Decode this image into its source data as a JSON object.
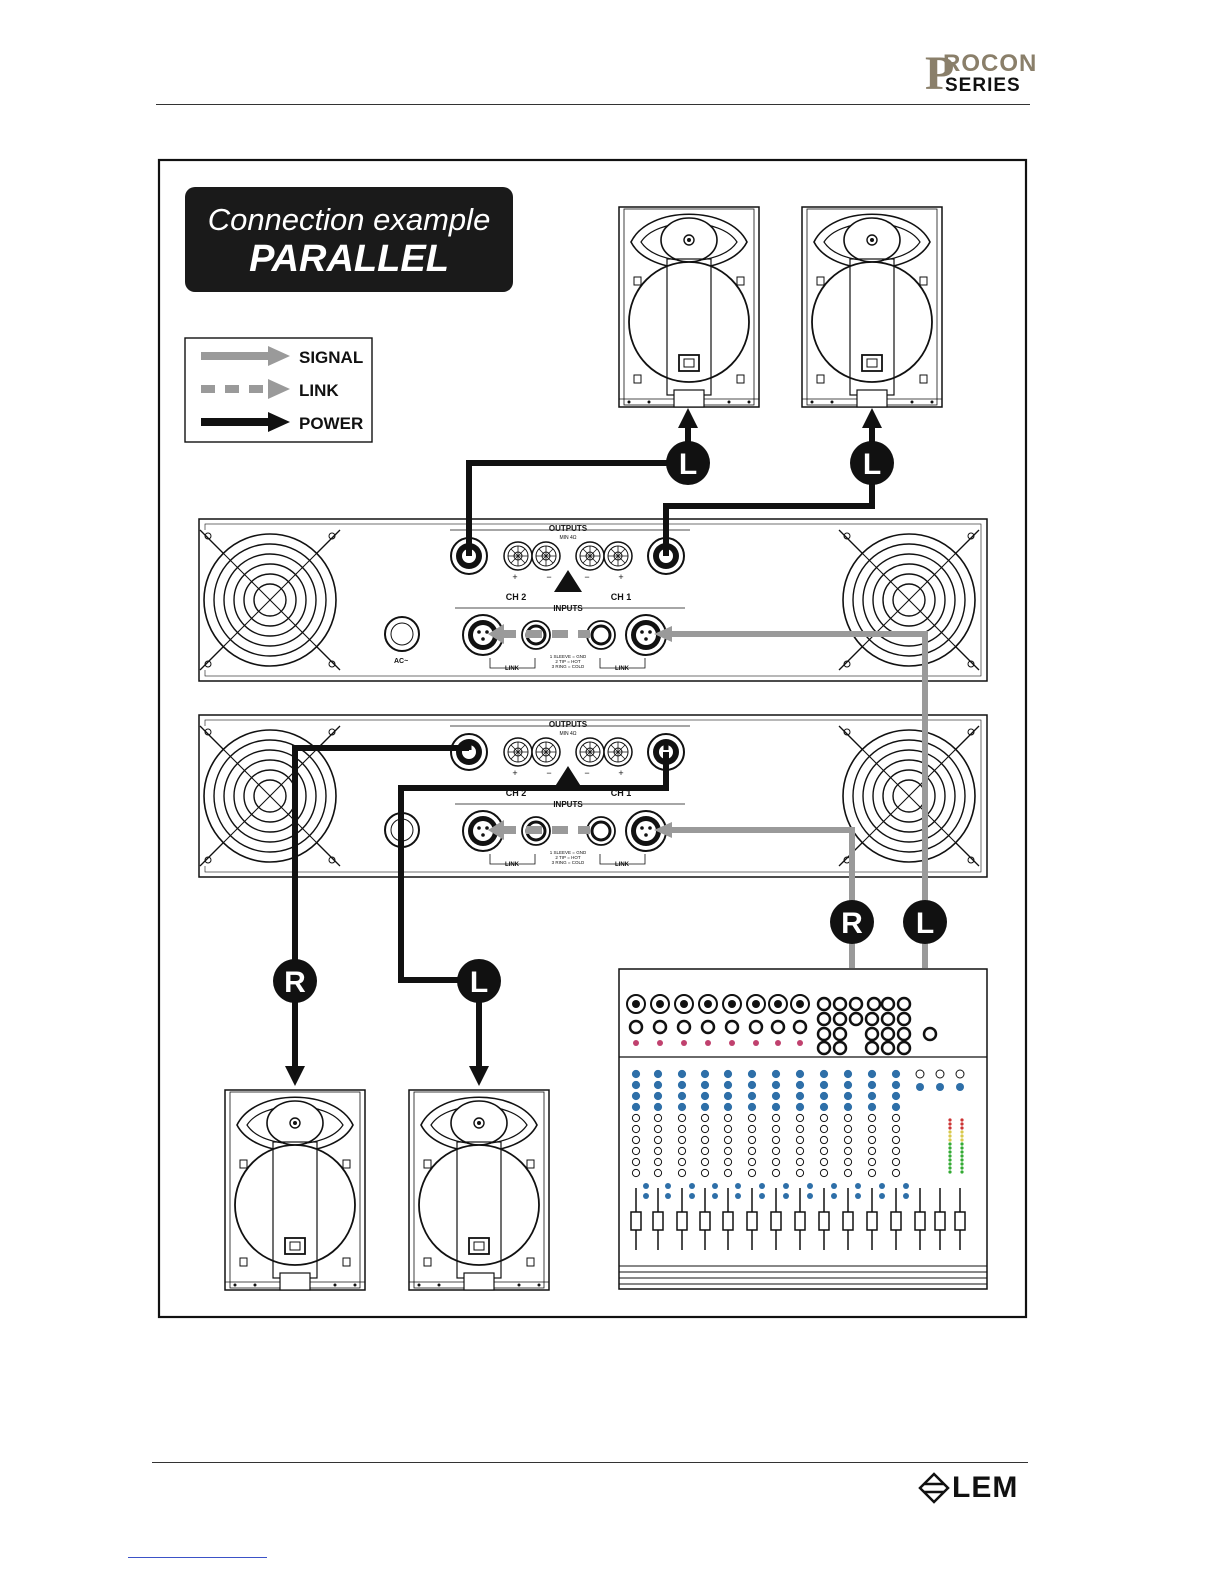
{
  "header": {
    "brand_initial": "P",
    "brand_top": "ROCON",
    "brand_bottom": "SERIES"
  },
  "diagram": {
    "title_line1": "Connection example",
    "title_line2": "PARALLEL",
    "legend": {
      "signal": "SIGNAL",
      "link": "LINK",
      "power": "POWER"
    },
    "amplifier": {
      "outputs": "OUTPUTS",
      "outputs_sub": "MIN 4Ω",
      "inputs": "INPUTS",
      "ch1": "CH 1",
      "ch2": "CH 2",
      "link": "LINK",
      "ac": "AC~",
      "plus": "+",
      "minus": "−",
      "pinout": [
        "1 SLEEVE = GND",
        "2 TIP = HOT",
        "3 RING = COLD"
      ]
    },
    "channel_badges": {
      "left": "L",
      "right": "R"
    }
  },
  "footer": {
    "logo_text": "LEM"
  },
  "colors": {
    "signal": "#9a9a9a",
    "power": "#111111",
    "title_box": "#1a1a1a",
    "brand": "#8a7f6a"
  }
}
